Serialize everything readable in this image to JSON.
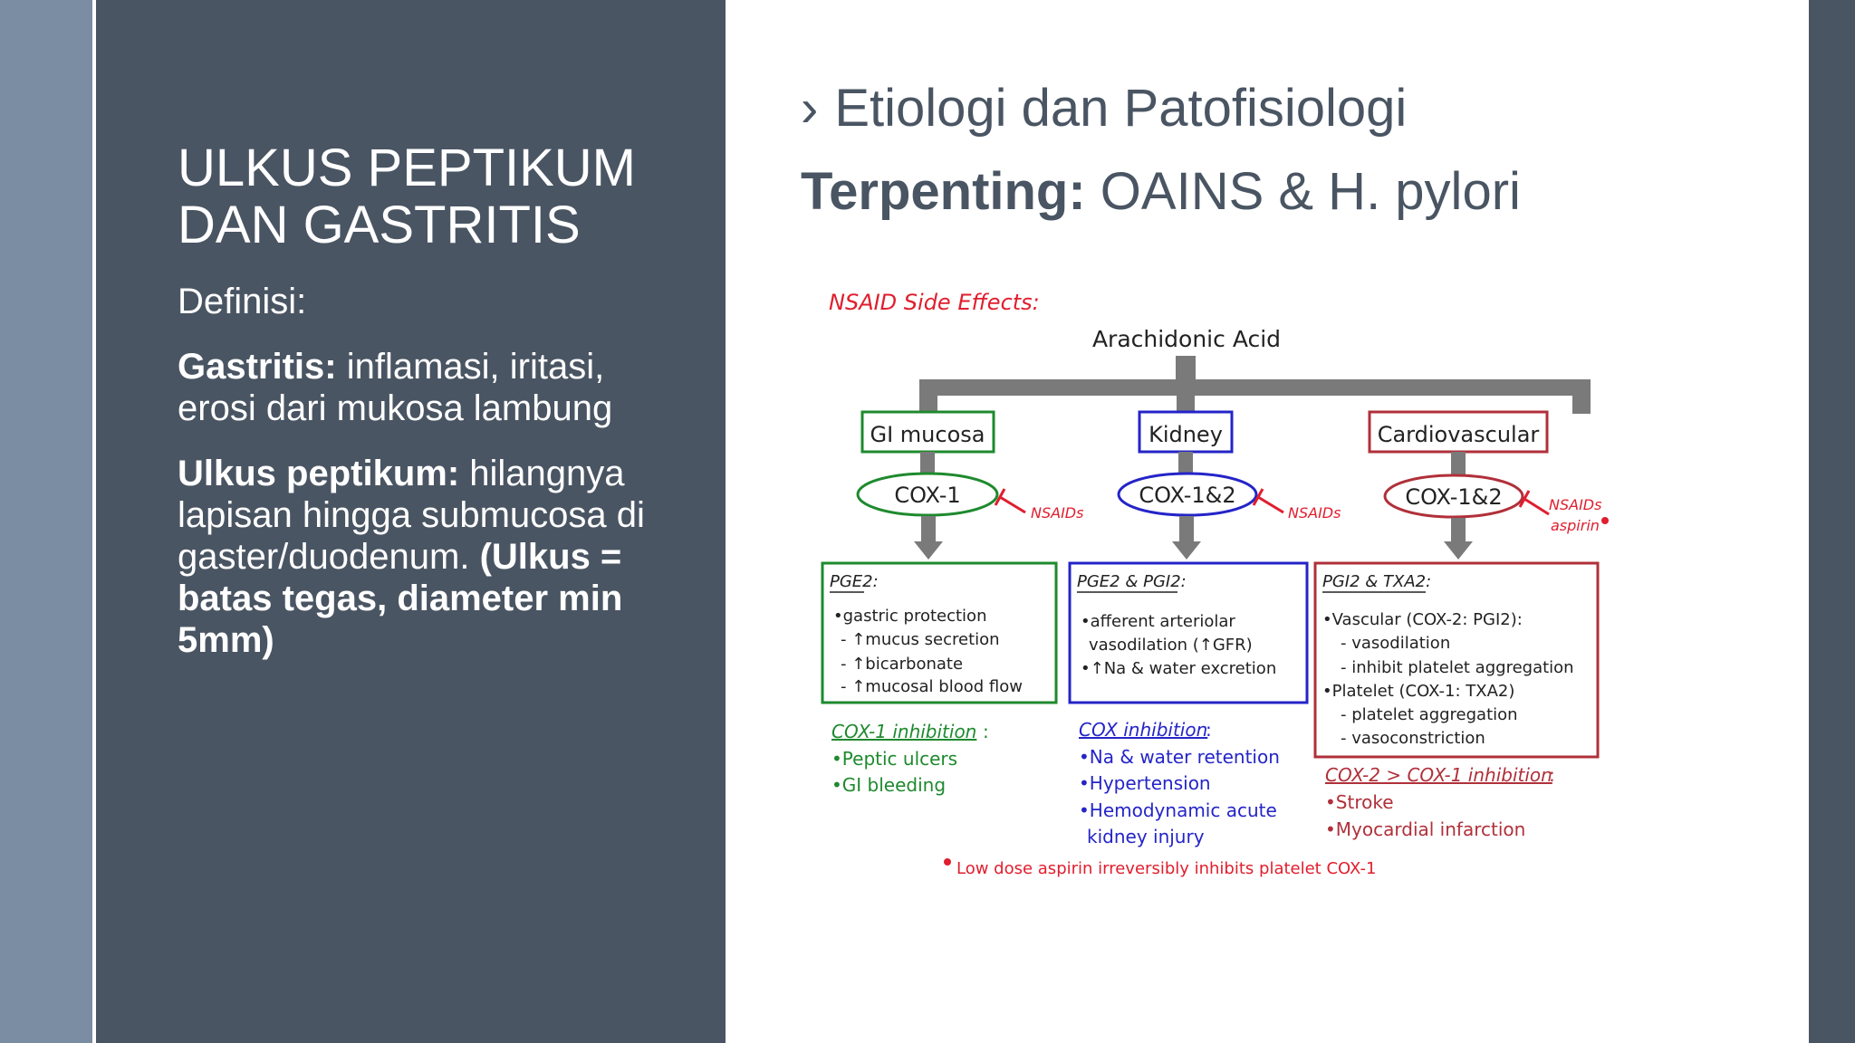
{
  "slide": {
    "title": "ULKUS PEPTIKUM DAN GASTRITIS",
    "definition_label": "Definisi:",
    "gastritis_term": "Gastritis:",
    "gastritis_text": " inflamasi, iritasi, erosi dari mukosa lambung",
    "ulkus_term": "Ulkus peptikum:",
    "ulkus_text": " hilangnya lapisan hingga submucosa di gaster/duodenum. ",
    "ulkus_note": "(Ulkus = batas tegas, diameter min 5mm)",
    "heading_bullet": "›",
    "heading": "Etiologi dan Patofisiologi",
    "subheading_term": "Terpenting:",
    "subheading_text": " OAINS & H. pylori"
  },
  "diagram": {
    "title": "NSAID Side Effects:",
    "root": "Arachidonic Acid",
    "organs": [
      "GI mucosa",
      "Kidney",
      "Cardiovascular"
    ],
    "enzymes": [
      "COX-1",
      "COX-1&2",
      "COX-1&2"
    ],
    "inhibitors": [
      "NSAIDs",
      "NSAIDs",
      "NSAIDs",
      "aspirin"
    ],
    "box1": {
      "header": "PGE2:",
      "lines": [
        "•gastric protection",
        " - ↑mucus secretion",
        " - ↑bicarbonate",
        " - ↑mucosal blood flow"
      ]
    },
    "box2": {
      "header": "PGE2 & PGI2:",
      "lines": [
        "•afferent arteriolar",
        " vasodilation (↑GFR)",
        "•↑Na & water excretion"
      ]
    },
    "box3": {
      "header": "PGI2 & TXA2:",
      "lines": [
        "•Vascular (COX-2: PGI2):",
        " - vasodilation",
        " - inhibit platelet aggregation",
        "•Platelet (COX-1: TXA2)",
        " - platelet aggregation",
        " - vasoconstriction"
      ]
    },
    "effect1": {
      "title": "COX-1 inhibition",
      "items": [
        "•Peptic ulcers",
        "•GI bleeding"
      ]
    },
    "effect2": {
      "title": "COX inhibition",
      "items": [
        "•Na & water retention",
        "•Hypertension",
        "•Hemodynamic acute",
        " kidney injury"
      ]
    },
    "effect3": {
      "title": "COX-2 > COX-1 inhibition",
      "items": [
        "•Stroke",
        "•Myocardial infarction"
      ]
    },
    "footnote": "Low dose aspirin irreversibly inhibits platelet COX-1",
    "colors": {
      "green": "#1e8a2e",
      "blue": "#2424c8",
      "red": "#b0303a",
      "title_red": "#e01e2e",
      "arrow": "#7a7a7a"
    }
  }
}
